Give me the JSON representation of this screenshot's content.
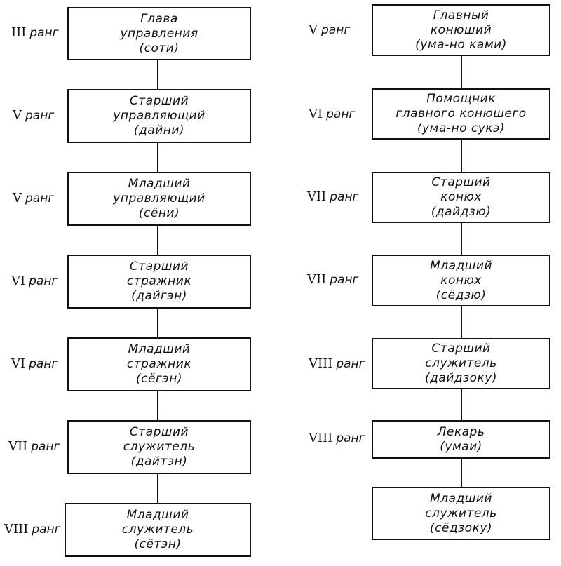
{
  "left_column": [
    {
      "rank_numeral": "III",
      "rank_word": "ранг",
      "lines": [
        "Глава",
        "управления",
        "(соти)"
      ]
    },
    {
      "rank_numeral": "V",
      "rank_word": "ранг",
      "lines": [
        "Старший",
        "управляющий",
        "(дайни)"
      ]
    },
    {
      "rank_numeral": "V",
      "rank_word": "ранг",
      "lines": [
        "Младший",
        "управляющий",
        "(сёни)"
      ]
    },
    {
      "rank_numeral": "VI",
      "rank_word": "ранг",
      "lines": [
        "Старший",
        "стражник",
        "(дайгэн)"
      ]
    },
    {
      "rank_numeral": "VI",
      "rank_word": "ранг",
      "lines": [
        "Младший",
        "стражник",
        "(сёгэн)"
      ]
    },
    {
      "rank_numeral": "VII",
      "rank_word": "ранг",
      "lines": [
        "Старший",
        "служитель",
        "(дайтэн)"
      ]
    },
    {
      "rank_numeral": "VIII",
      "rank_word": "ранг",
      "lines": [
        "Младший",
        "служитель",
        "(сётэн)"
      ]
    }
  ],
  "right_column": [
    {
      "rank_numeral": "V",
      "rank_word": "ранг",
      "lines": [
        "Главный",
        "конюший",
        "(ума-но ками)"
      ]
    },
    {
      "rank_numeral": "VI",
      "rank_word": "ранг",
      "lines": [
        "Помощник",
        "главного конюшего",
        "(ума-но сукэ)"
      ]
    },
    {
      "rank_numeral": "VII",
      "rank_word": "ранг",
      "lines": [
        "Старший",
        "конюх",
        "(дайдзю)"
      ]
    },
    {
      "rank_numeral": "VII",
      "rank_word": "ранг",
      "lines": [
        "Младший",
        "конюх",
        "(сёдзю)"
      ]
    },
    {
      "rank_numeral": "VIII",
      "rank_word": "ранг",
      "lines": [
        "Старший",
        "служитель",
        "(дайдзоку)"
      ]
    },
    {
      "rank_numeral": "VIII",
      "rank_word": "ранг",
      "lines": [
        "Лекарь",
        "(умаи)"
      ]
    },
    {
      "rank_numeral": "",
      "rank_word": "",
      "lines": [
        "Младший",
        "служитель",
        "(сёдзоку)"
      ]
    }
  ]
}
